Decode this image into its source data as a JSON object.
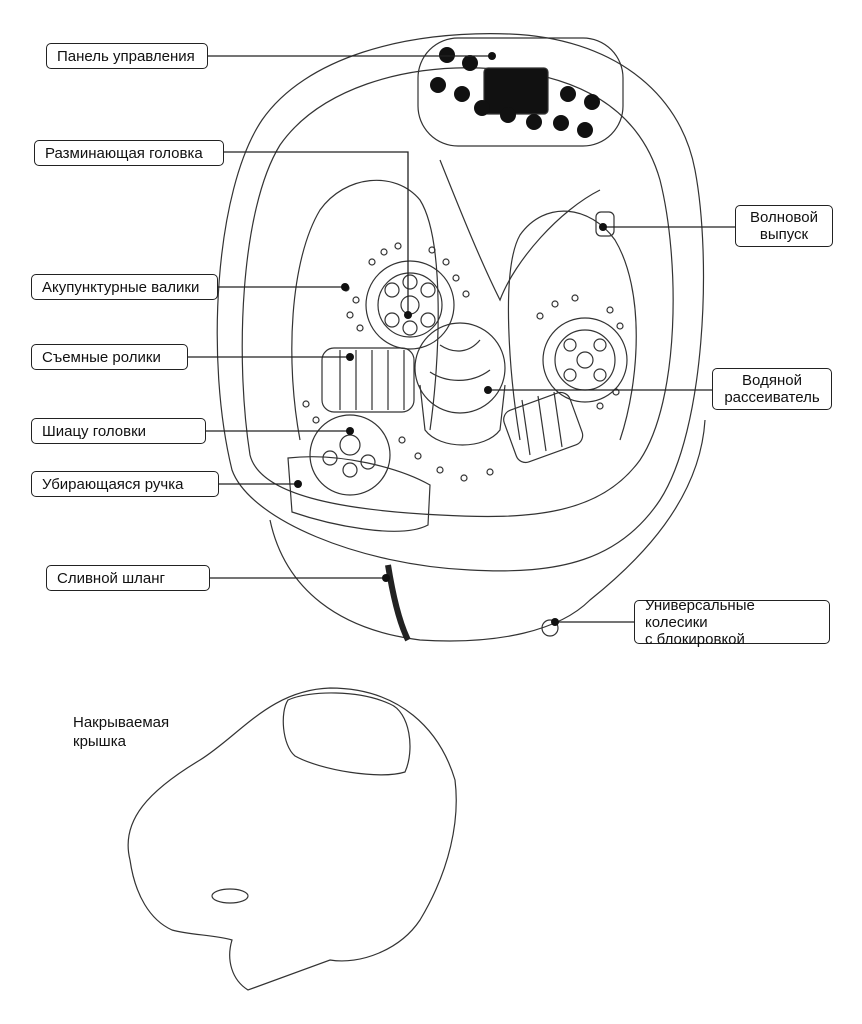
{
  "labels": {
    "control_panel": "Панель управления",
    "kneading_head": "Разминающая головка",
    "acupuncture_rollers": "Акупунктурные валики",
    "removable_rollers": "Съемные ролики",
    "shiatsu_heads": "Шиацу головки",
    "retractable_handle": "Убирающаяся ручка",
    "drain_hose": "Сливной шланг",
    "wave_outlet_line1": "Волновой",
    "wave_outlet_line2": "выпуск",
    "water_diffuser_line1": "Водяной",
    "water_diffuser_line2": "рассеиватель",
    "wheels_line1": "Универсальные колесики",
    "wheels_line2": "с блокировкой",
    "lid_line1": "Накрываемая",
    "lid_line2": "крышка"
  }
}
